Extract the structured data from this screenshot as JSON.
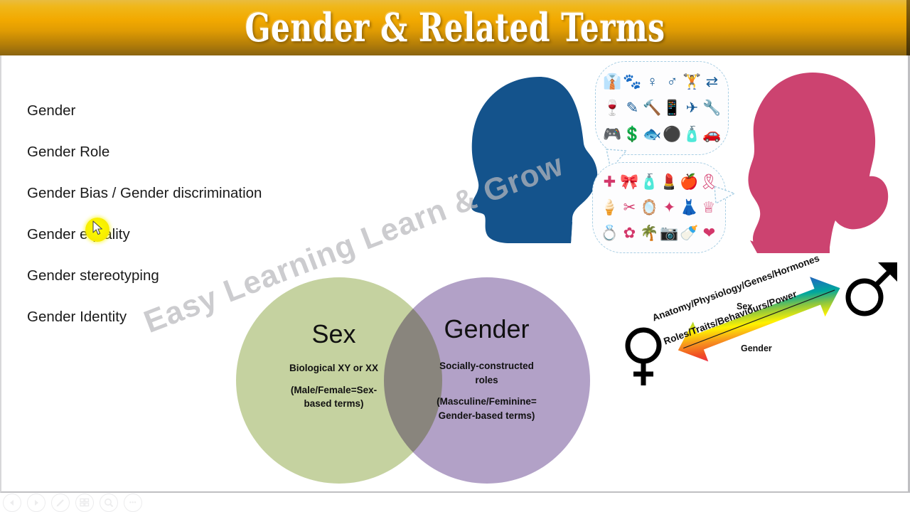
{
  "slide": {
    "title": "Gender & Related Terms",
    "watermark": "Easy Learning Learn & Grow",
    "bullets": [
      "Gender",
      "Gender Role",
      "Gender Bias / Gender discrimination",
      "Gender equality",
      "Gender stereotyping",
      "Gender Identity"
    ]
  },
  "venn": {
    "left": {
      "title": "Sex",
      "line1": "Biological XY or XX",
      "line2": "(Male/Female=Sex-",
      "line3": "based terms)",
      "color": "#c5d2a0"
    },
    "right": {
      "title": "Gender",
      "line1": "Socially-constructed",
      "line2": "roles",
      "line3": "(Masculine/Feminine=",
      "line4": "Gender-based terms)",
      "color": "#b2a1c7"
    }
  },
  "spectrum": {
    "top_label": "Sex",
    "bottom_label": "Gender",
    "upper_text": "Anatomy/Physiology/Genes/Hormones",
    "lower_text": "Roles/Traits/Behaviours/Power",
    "left_symbol": "female-symbol",
    "right_symbol": "male-symbol",
    "gradient_stops": [
      "#ec1c63",
      "#f04e23",
      "#f7941e",
      "#fff200",
      "#8dc63f",
      "#00a79d",
      "#1b75bb",
      "#2b4ea2"
    ]
  },
  "illustration": {
    "male_head_color": "#14538c",
    "female_head_color": "#cc4370",
    "bubble_border_color": "#a9cfe4",
    "male_icons": [
      "necktie",
      "paw",
      "female-symbol",
      "male-symbol",
      "dumbbell",
      "wine-glass",
      "tie-clip",
      "phone",
      "wrench",
      "airplane",
      "gamepad",
      "dollar-sign",
      "fish",
      "screwdriver",
      "ball",
      "spray",
      "remote",
      "car"
    ],
    "female_icons": [
      "cross",
      "butterfly",
      "perfume",
      "lipstick",
      "ice-cream",
      "scissors",
      "apple",
      "dress",
      "mirror",
      "ribbon",
      "heart",
      "ring",
      "flower",
      "palm-tree",
      "camera",
      "bottle",
      "earring",
      "handbag"
    ]
  },
  "cursor": {
    "pointer": "arrow-cursor",
    "highlight_color": "#f7ec00"
  },
  "toolbar": {
    "buttons": [
      {
        "name": "previous-slide",
        "icon": "triangle-left-icon"
      },
      {
        "name": "next-slide",
        "icon": "triangle-right-icon"
      },
      {
        "name": "pen-tool",
        "icon": "pen-icon"
      },
      {
        "name": "all-slides",
        "icon": "slides-grid-icon"
      },
      {
        "name": "zoom-tool",
        "icon": "magnifier-icon"
      },
      {
        "name": "more-options",
        "icon": "ellipsis-icon",
        "label": "•••"
      }
    ]
  }
}
